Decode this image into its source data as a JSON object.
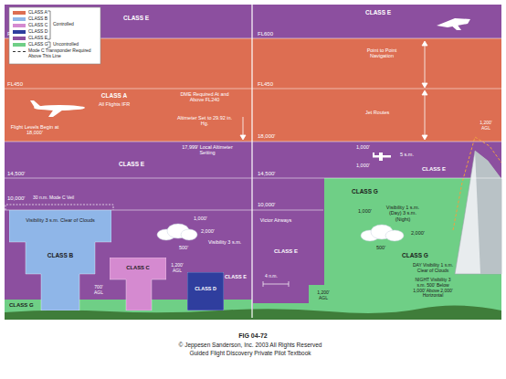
{
  "diagram": {
    "caption": "FIG 04-72",
    "nodes": [
      {
        "text": [
          "CLASS A",
          "All Flights IFR"
        ]
      },
      {
        "text": [
          "CLASS B",
          "Visibility 3 s.m. Clear of Clouds"
        ]
      },
      {
        "text": [
          "CLASS C"
        ]
      },
      {
        "text": [
          "CLASS D"
        ]
      }
    ],
    "labels": [
      "CLASS E",
      "FL600",
      "FL450",
      "Flight Levels Begin at 18,000'",
      "DME Required At and Above FL240",
      "Altimeter Set to 29.92 in. Hg.",
      "17,999' Local Altimeter Setting",
      "14,500'",
      "CLASS E",
      "10,000'",
      "30 n.m. Mode C Veil",
      "1,000'",
      "500'",
      "2,000'",
      "Visibility 3 s.m.",
      "1,200' AGL",
      "700' AGL",
      "CLASS E",
      "CLASS G",
      "CLASS E",
      "FL600",
      "FL450",
      "Point to Point Navigation",
      "Jet Routes",
      "18,000'",
      "1,000'",
      "5 s.m.",
      "1,000'",
      "14,500'",
      "CLASS E",
      "1,200' AGL",
      "CLASS G",
      "10,000'",
      "Victor Airways",
      "4 n.m.",
      "1,000'",
      "Visibility 1 s.m. (Day) 3 s.m. (Night)",
      "500'",
      "2,000'",
      "CLASS G",
      "DAY Visibility 1 s.m. Clear of Clouds",
      "NIGHT Visibility 3 s.m. 500' Below 1,000' Above 2,000' Horizontal",
      "1,200' AGL",
      "CLASS E",
      "Controlled",
      "Uncontrolled",
      "© Jeppesen Sanderson, Inc. 2003 All Rights Reserved",
      "Guided Flight Discovery Private Pilot Textbook"
    ],
    "legend": [
      {
        "text": "CLASS A",
        "color": "#dd6e52"
      },
      {
        "text": "CLASS B",
        "color": "#8fb6e8"
      },
      {
        "text": "CLASS C",
        "color": "#d58ad0"
      },
      {
        "text": "CLASS D",
        "color": "#2f3e9e"
      },
      {
        "text": "CLASS E",
        "color": "#8c4f9f"
      },
      {
        "text": "CLASS G",
        "color": "#6fcf86"
      },
      {
        "text": "Mode C Transponder Required Above This Line"
      }
    ]
  }
}
